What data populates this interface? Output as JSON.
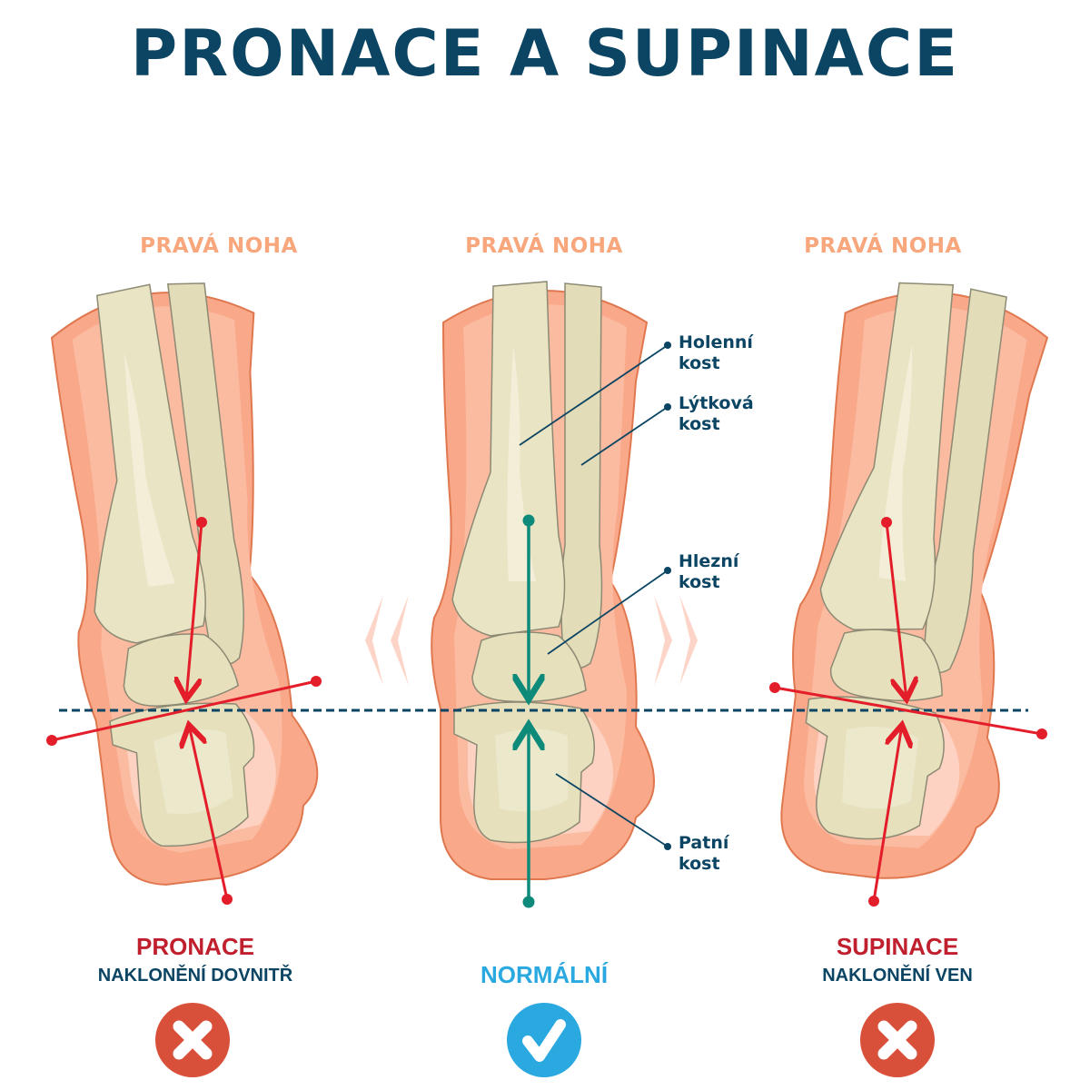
{
  "title": "PRONACE A SUPINACE",
  "panels": [
    {
      "side_label": "PRAVÁ NOHA",
      "condition": "PRONACE",
      "description": "NAKLONĚNÍ DOVNITŘ",
      "status_icon": "x-icon"
    },
    {
      "side_label": "PRAVÁ NOHA",
      "condition": "NORMÁLNÍ",
      "status_icon": "check-icon"
    },
    {
      "side_label": "PRAVÁ NOHA",
      "condition": "SUPINACE",
      "description": "NAKLONĚNÍ VEN",
      "status_icon": "x-icon"
    }
  ],
  "bone_labels": {
    "tibia": [
      "Holenní",
      "kost"
    ],
    "fibula": [
      "Lýtková",
      "kost"
    ],
    "talus": [
      "Hlezní",
      "kost"
    ],
    "calcaneus": [
      "Patní",
      "kost"
    ]
  },
  "colors": {
    "title": "#0b4563",
    "side_label": "#f8a77c",
    "bad": "#c0202e",
    "good": "#2aa8e0",
    "x_circle": "#d9503a",
    "axis_red": "#e31e2a",
    "axis_teal": "#0d8a7a",
    "skin": "#f9a88a",
    "bone": "#e9e4c4"
  }
}
